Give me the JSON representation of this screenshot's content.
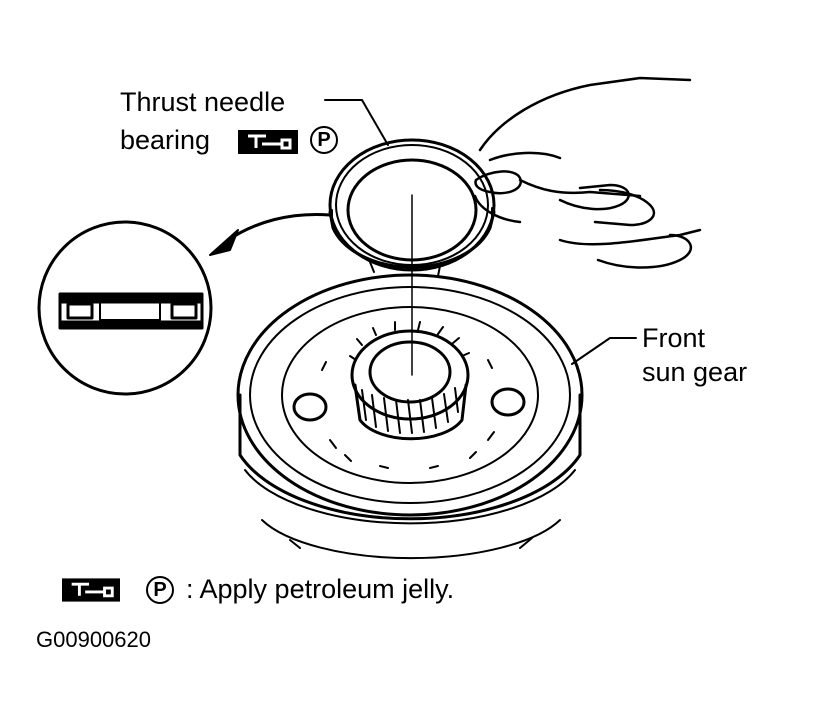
{
  "labels": {
    "thrust_line1": "Thrust needle",
    "thrust_line2": "bearing",
    "front_line1": "Front",
    "front_line2": "sun gear",
    "legend_text": ": Apply petroleum jelly.",
    "figure_id": "G00900620"
  },
  "symbols": {
    "petroleum_mark": "P",
    "grease_icon": "grease-gun-icon"
  },
  "colors": {
    "ink": "#000000",
    "paper": "#ffffff"
  }
}
